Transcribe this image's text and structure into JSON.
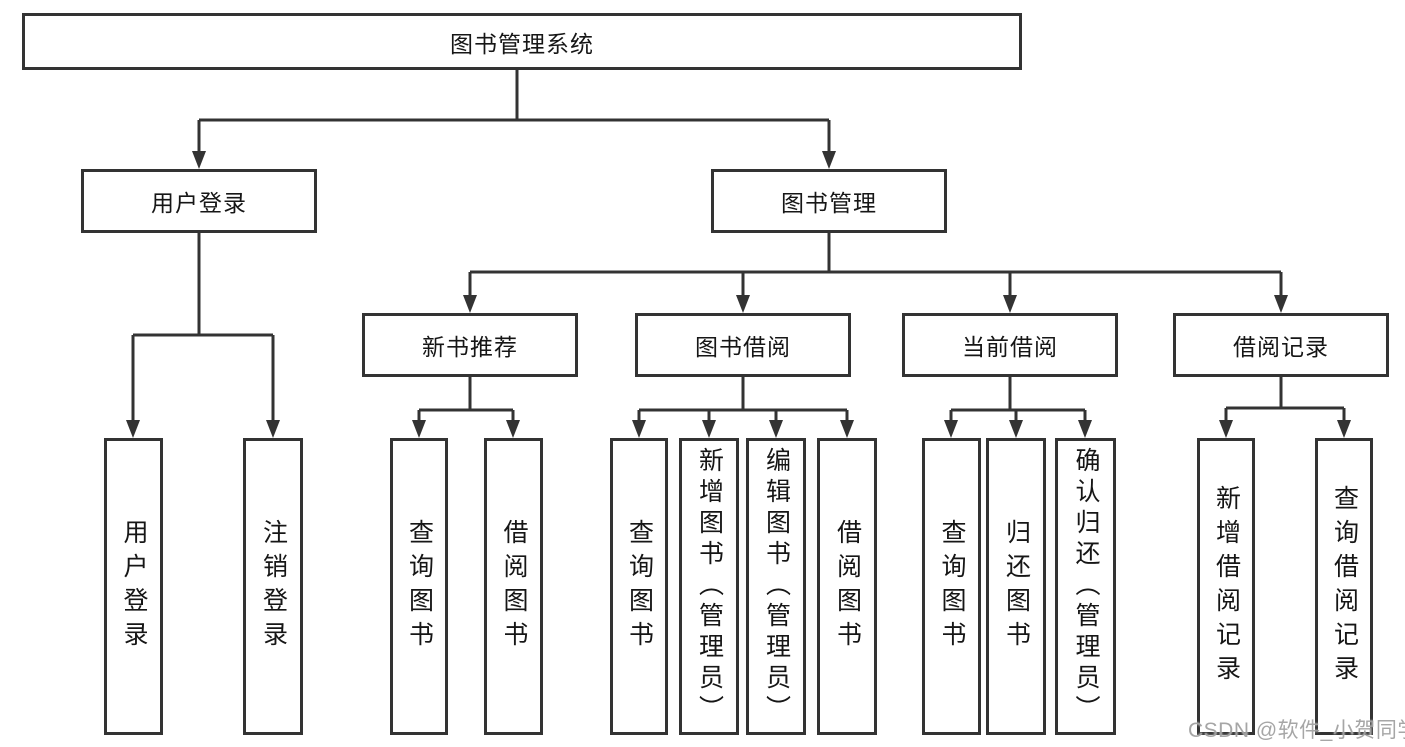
{
  "diagram": {
    "type": "hierarchy-flowchart",
    "root": {
      "label": "图书管理系统"
    },
    "level2": [
      {
        "id": "user-login",
        "label": "用户登录"
      },
      {
        "id": "book-management",
        "label": "图书管理"
      }
    ],
    "level3": [
      {
        "id": "new-book-recommend",
        "label": "新书推荐",
        "parent": "book-management"
      },
      {
        "id": "book-borrow",
        "label": "图书借阅",
        "parent": "book-management"
      },
      {
        "id": "current-borrow",
        "label": "当前借阅",
        "parent": "book-management"
      },
      {
        "id": "borrow-records",
        "label": "借阅记录",
        "parent": "book-management"
      }
    ],
    "leaves": [
      {
        "id": "leaf-user-login",
        "label": "用户登录",
        "parent": "user-login"
      },
      {
        "id": "leaf-logout",
        "label": "注销登录",
        "parent": "user-login"
      },
      {
        "id": "leaf-query-book-1",
        "label": "查询图书",
        "parent": "new-book-recommend"
      },
      {
        "id": "leaf-borrow-book-1",
        "label": "借阅图书",
        "parent": "new-book-recommend"
      },
      {
        "id": "leaf-query-book-2",
        "label": "查询图书",
        "parent": "book-borrow"
      },
      {
        "id": "leaf-add-book-admin",
        "label": "新增图书（管理员）",
        "parent": "book-borrow"
      },
      {
        "id": "leaf-edit-book-admin",
        "label": "编辑图书（管理员）",
        "parent": "book-borrow"
      },
      {
        "id": "leaf-borrow-book-2",
        "label": "借阅图书",
        "parent": "book-borrow"
      },
      {
        "id": "leaf-query-book-3",
        "label": "查询图书",
        "parent": "current-borrow"
      },
      {
        "id": "leaf-return-book",
        "label": "归还图书",
        "parent": "current-borrow"
      },
      {
        "id": "leaf-confirm-return",
        "label": "确认归还（管理员）",
        "parent": "current-borrow"
      },
      {
        "id": "leaf-add-borrow-record",
        "label": "新增借阅记录",
        "parent": "borrow-records"
      },
      {
        "id": "leaf-query-borrow-record",
        "label": "查询借阅记录",
        "parent": "borrow-records"
      }
    ],
    "colors": {
      "line": "#333333",
      "box_border": "#333333",
      "box_fill": "#ffffff",
      "text": "#161616",
      "watermark": "#9e9e9e"
    }
  },
  "watermark": {
    "text": "CSDN @软件_小贺同学"
  }
}
